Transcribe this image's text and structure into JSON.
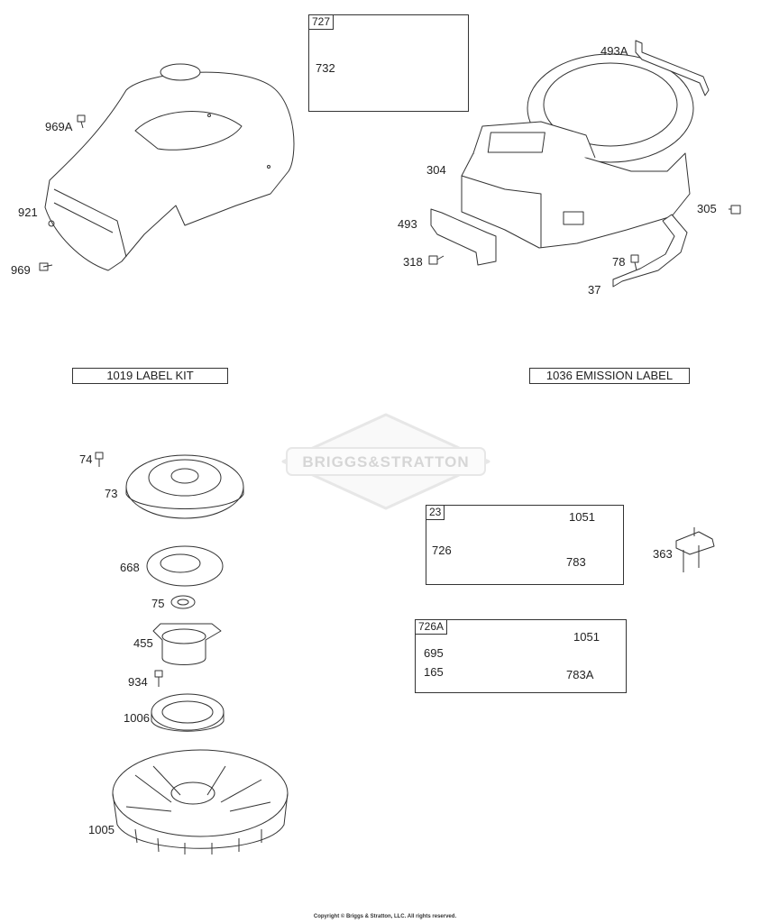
{
  "watermark": "BRIGGS&STRATTON",
  "copyright": "Copyright © Briggs & Stratton, LLC. All rights reserved.",
  "callouts": {
    "c969A": "969A",
    "c921": "921",
    "c969": "969",
    "c732": "732",
    "c493A": "493A",
    "c304": "304",
    "c305": "305",
    "c493": "493",
    "c318": "318",
    "c78": "78",
    "c37": "37",
    "c74": "74",
    "c73": "73",
    "c668": "668",
    "c75": "75",
    "c455": "455",
    "c934": "934",
    "c1006": "1006",
    "c1005": "1005",
    "c1051a": "1051",
    "c726": "726",
    "c783": "783",
    "c363": "363",
    "c695": "695",
    "c165": "165",
    "c1051b": "1051",
    "c783A": "783A"
  },
  "groups": {
    "g727": "727",
    "g23": "23",
    "g726A": "726A"
  },
  "kits": {
    "label_kit": "1019 LABEL KIT",
    "emission_label": "1036 EMISSION LABEL"
  }
}
